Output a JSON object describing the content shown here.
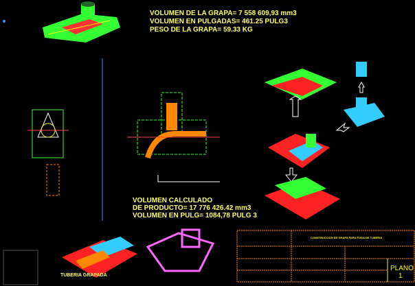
{
  "volume_block": {
    "line1": "VOLUMEN DE LA GRAPA= 7 558 609,93 mm3",
    "line2": "VOLUMEN EN PULGADAS= 461.25 PULG3",
    "line3": "PESO DE LA GRAPA= 59.33 KG"
  },
  "product_block": {
    "line1": "VOLUMEN CALCULADO",
    "line2": "DE PRODUCTO= 17 776 426.42 mm3",
    "line3": "VOLUMEN EN PULG= 1084,78 PULG 3"
  },
  "bottom_label": "TUBERIA GRAPADA",
  "title_block": {
    "title": "CONSTRUCCION DE GRAPA PARA FUGA DE TUBERIA",
    "plano_label": "PLANO",
    "plano_number": "1"
  },
  "colors": {
    "text": "#ffff66",
    "green": "#33ff33",
    "red": "#ff2222",
    "cyan": "#33ccff",
    "magenta": "#ff66ff",
    "orange": "#ff8800"
  }
}
